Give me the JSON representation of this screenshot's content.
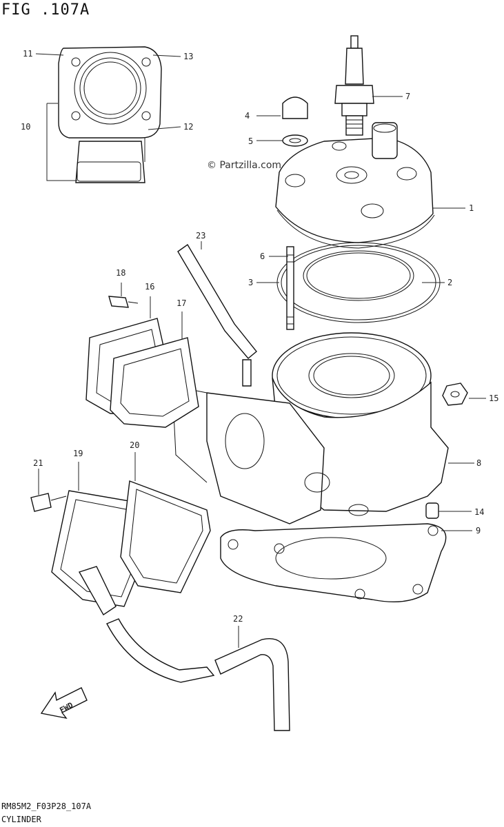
{
  "figure": {
    "title": "FIG .107A",
    "code": "RM85M2_F03P28_107A",
    "caption": "CYLINDER",
    "watermark": "© Partzilla.com",
    "fwd_label": "FWD"
  },
  "callouts": [
    "1",
    "2",
    "3",
    "4",
    "5",
    "6",
    "7",
    "8",
    "9",
    "10",
    "11",
    "12",
    "13",
    "14",
    "15",
    "16",
    "17",
    "18",
    "19",
    "20",
    "21",
    "22",
    "23"
  ]
}
